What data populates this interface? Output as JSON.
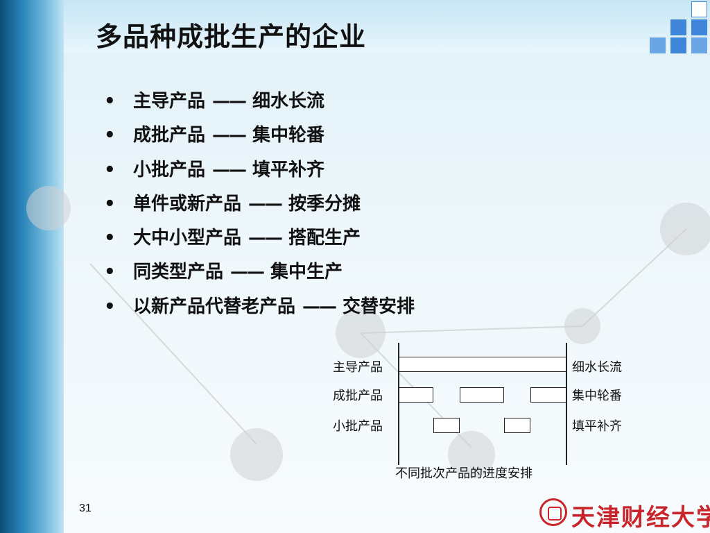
{
  "slide": {
    "title": "多品种成批生产的企业",
    "bullet_glyph": "•",
    "separator": "——",
    "bullets": [
      {
        "left": "主导产品",
        "right": "细水长流"
      },
      {
        "left": "成批产品",
        "right": "集中轮番"
      },
      {
        "left": "小批产品",
        "right": "填平补齐"
      },
      {
        "left": "单件或新产品",
        "right": "按季分摊"
      },
      {
        "left": "大中小型产品",
        "right": "搭配生产"
      },
      {
        "left": "同类型产品",
        "right": "集中生产"
      },
      {
        "left": "以新产品代替老产品",
        "right": "交替安排"
      }
    ]
  },
  "diagram": {
    "rows": [
      {
        "left_label": "主导产品",
        "right_label": "细水长流"
      },
      {
        "left_label": "成批产品",
        "right_label": "集中轮番"
      },
      {
        "left_label": "小批产品",
        "right_label": "填平补齐"
      }
    ],
    "caption": "不同批次产品的进度安排"
  },
  "footer": {
    "page_number": "31",
    "university_name": "天津财经大学"
  },
  "colors": {
    "accent_blue": "#3f86d8",
    "logo_red": "#c8242a"
  }
}
